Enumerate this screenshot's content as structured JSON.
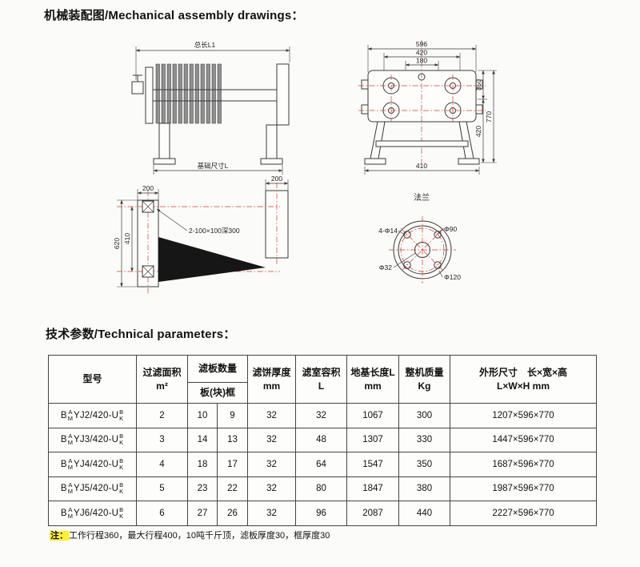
{
  "page": {
    "title_drawings": "机械装配图/Mechanical assembly drawings：",
    "title_parameters": "技术参数/Technical parameters：",
    "note_label": "注：",
    "note_text": "工作行程360，最大行程400，10吨千斤顶，滤板厚度30，框厚度30"
  },
  "drawings": {
    "side_view": {
      "total_length_label": "总长L1",
      "foundation_label": "基础尺寸L"
    },
    "end_view": {
      "dim_width_overall": "596",
      "dim_width_mid": "420",
      "dim_width_inner": "180",
      "dim_height_upper": "350",
      "dim_height_lower": "420",
      "dim_height_overall": "770",
      "dim_base_width": "410"
    },
    "foundation_view": {
      "dim_left_offset": "200",
      "dim_right_offset": "200",
      "dim_overall_height": "620",
      "dim_bolt_spacing": "410",
      "pocket_note": "2-100×100深300"
    },
    "flange_view": {
      "title": "法兰",
      "dim_bolt_holes": "4-Φ14",
      "dim_bolt_circle": "Φ90",
      "dim_bore": "Φ32",
      "dim_outer": "Φ120"
    }
  },
  "table": {
    "headers": {
      "model": "型号",
      "area_line1": "过滤面积",
      "area_line2": "m²",
      "plates_group": "滤板数量",
      "plates_sub": "板(块)框",
      "cake_line1": "滤饼厚度",
      "cake_line2": "mm",
      "volume_line1": "滤室容积",
      "volume_line2": "L",
      "foundation_line1": "地基长度L",
      "foundation_line2": "mm",
      "weight_line1": "整机质量",
      "weight_line2": "Kg",
      "dims_line1": "外形尺寸　长×宽×高",
      "dims_line2": "L×W×H mm"
    },
    "rows": [
      {
        "model_prefix": "B",
        "model_opt_top": "A",
        "model_opt_bottom": "M",
        "model_body": "YJ2/420-U",
        "model_suffix_top": "B",
        "model_suffix_bottom": "K",
        "area": "2",
        "plates": "10",
        "frames": "9",
        "cake_thickness": "32",
        "chamber_volume": "32",
        "foundation_length": "1067",
        "weight": "300",
        "overall_dims": "1207×596×770"
      },
      {
        "model_prefix": "B",
        "model_opt_top": "A",
        "model_opt_bottom": "M",
        "model_body": "YJ3/420-U",
        "model_suffix_top": "B",
        "model_suffix_bottom": "K",
        "area": "3",
        "plates": "14",
        "frames": "13",
        "cake_thickness": "32",
        "chamber_volume": "48",
        "foundation_length": "1307",
        "weight": "330",
        "overall_dims": "1447×596×770"
      },
      {
        "model_prefix": "B",
        "model_opt_top": "A",
        "model_opt_bottom": "M",
        "model_body": "YJ4/420-U",
        "model_suffix_top": "B",
        "model_suffix_bottom": "K",
        "area": "4",
        "plates": "18",
        "frames": "17",
        "cake_thickness": "32",
        "chamber_volume": "64",
        "foundation_length": "1547",
        "weight": "350",
        "overall_dims": "1687×596×770"
      },
      {
        "model_prefix": "B",
        "model_opt_top": "A",
        "model_opt_bottom": "M",
        "model_body": "YJ5/420-U",
        "model_suffix_top": "B",
        "model_suffix_bottom": "K",
        "area": "5",
        "plates": "23",
        "frames": "22",
        "cake_thickness": "32",
        "chamber_volume": "80",
        "foundation_length": "1847",
        "weight": "380",
        "overall_dims": "1987×596×770"
      },
      {
        "model_prefix": "B",
        "model_opt_top": "A",
        "model_opt_bottom": "M",
        "model_body": "YJ6/420-U",
        "model_suffix_top": "B",
        "model_suffix_bottom": "K",
        "area": "6",
        "plates": "27",
        "frames": "26",
        "cake_thickness": "32",
        "chamber_volume": "96",
        "foundation_length": "2087",
        "weight": "440",
        "overall_dims": "2227×596×770"
      }
    ]
  }
}
